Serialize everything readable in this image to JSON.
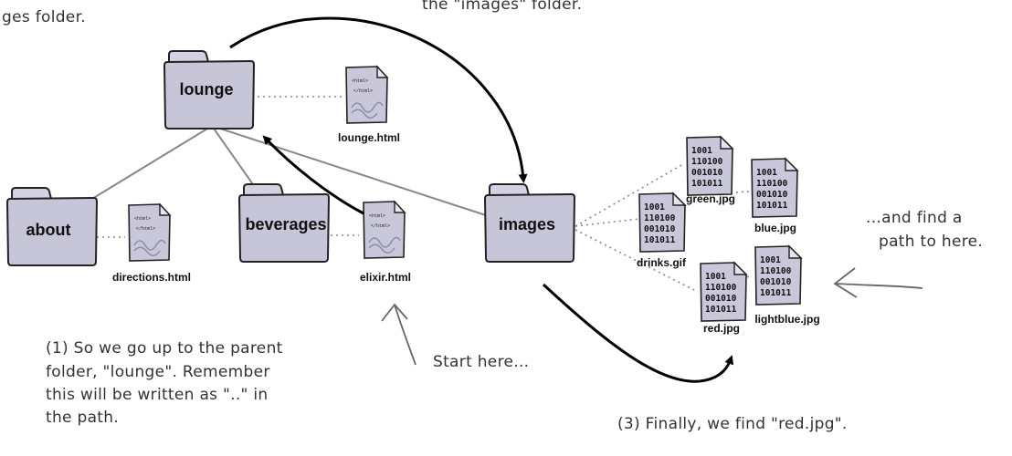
{
  "folders": {
    "lounge": "lounge",
    "about": "about",
    "beverages": "beverages",
    "images": "images"
  },
  "files": {
    "lounge_html": "lounge.html",
    "directions_html": "directions.html",
    "elixir_html": "elixir.html",
    "green_jpg": "green.jpg",
    "blue_jpg": "blue.jpg",
    "drinks_gif": "drinks.gif",
    "red_jpg": "red.jpg",
    "lightblue_jpg": "lightblue.jpg"
  },
  "html_tags": {
    "open": "<html>",
    "close": "</html>"
  },
  "binary_lines": [
    "1001",
    "110100",
    "001010",
    "101011"
  ],
  "notes": {
    "top_left": "ges folder.",
    "top_center": "the \"images\" folder.",
    "find_path": [
      "...and find a",
      "path to here."
    ],
    "start_here": "Start here...",
    "step1": [
      "(1) So we go up to the parent",
      "folder, \"lounge\". Remember",
      "this will be written as \"..\" in",
      "the path."
    ],
    "step3": "(3) Finally, we find \"red.jpg\"."
  },
  "icons": {
    "folder": "folder-icon",
    "html_file": "html-file-icon",
    "image_file": "image-file-icon"
  }
}
